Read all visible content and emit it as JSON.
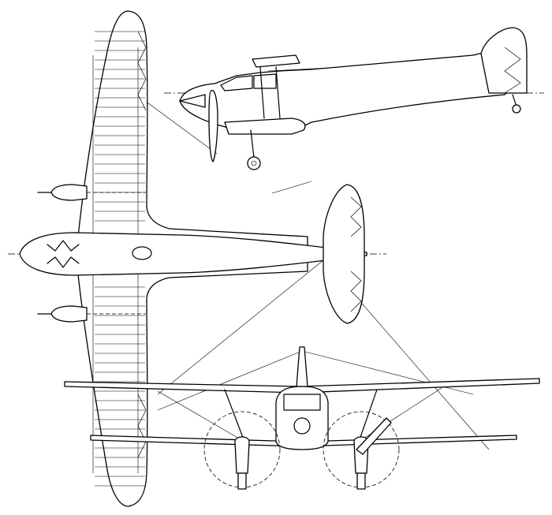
{
  "figure": {
    "views": [
      "side-view",
      "plan-view",
      "front-view"
    ]
  }
}
